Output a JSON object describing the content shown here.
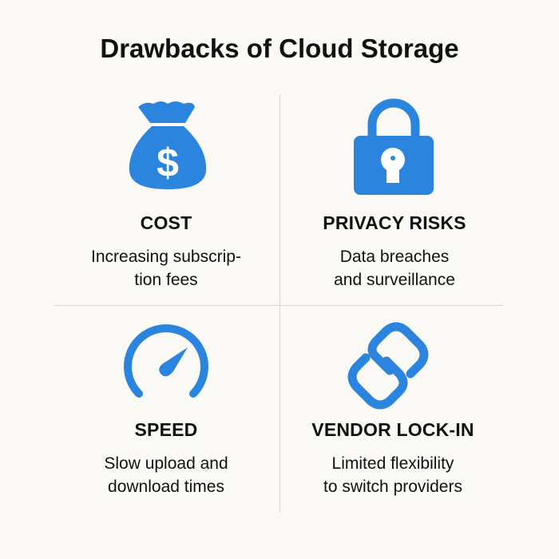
{
  "title": "Drawbacks of Cloud Storage",
  "accent_color": "#2b84de",
  "items": [
    {
      "icon": "money-bag-icon",
      "heading": "COST",
      "desc1": "Increasing subscrip-",
      "desc2": "tion fees"
    },
    {
      "icon": "padlock-icon",
      "heading": "PRIVACY RISKS",
      "desc1": "Data breaches",
      "desc2": "and surveillance"
    },
    {
      "icon": "speedometer-icon",
      "heading": "SPEED",
      "desc1": "Slow upload and",
      "desc2": "download times"
    },
    {
      "icon": "chain-link-icon",
      "heading": "VENDOR LOCK-IN",
      "desc1": "Limited flexibility",
      "desc2": "to switch providers"
    }
  ]
}
